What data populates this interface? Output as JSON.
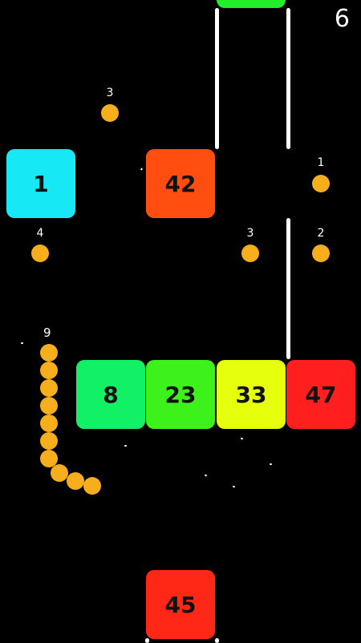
{
  "score": "6",
  "colors": {
    "background": "#000000",
    "wall": "#ffffff",
    "pellet": "#f7ae1c",
    "snake": "#f7ae1c"
  },
  "blocks": [
    {
      "value": "",
      "color": "#22ee2a"
    },
    {
      "value": "1",
      "color": "#16e8f5"
    },
    {
      "value": "42",
      "color": "#ff4e0f"
    },
    {
      "value": "8",
      "color": "#12f066"
    },
    {
      "value": "23",
      "color": "#3cf21a"
    },
    {
      "value": "33",
      "color": "#e6ff0c"
    },
    {
      "value": "47",
      "color": "#ff1f1f"
    },
    {
      "value": "45",
      "color": "#ff2716"
    }
  ],
  "pellets": [
    {
      "label": "3"
    },
    {
      "label": "1"
    },
    {
      "label": "4"
    },
    {
      "label": "3"
    },
    {
      "label": "2"
    }
  ],
  "snake": {
    "length_label": "9",
    "segments": 9
  }
}
